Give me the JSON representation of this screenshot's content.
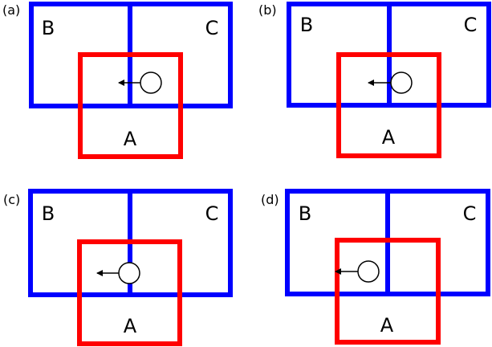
{
  "colors": {
    "region_bc": "#0000ff",
    "region_a": "#ff0000",
    "marker": "#000000",
    "background": "#ffffff"
  },
  "labels": {
    "region_a": "A",
    "region_b": "B",
    "region_c": "C"
  },
  "panels": [
    {
      "label": "(a)"
    },
    {
      "label": "(b)"
    },
    {
      "label": "(c)"
    },
    {
      "label": "(d)"
    }
  ]
}
